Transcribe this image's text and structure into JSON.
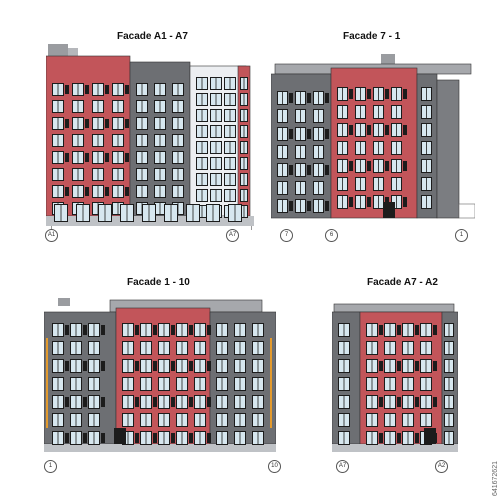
{
  "facades": [
    {
      "title": "Facade A1 - A7",
      "axes": [
        "A1",
        "A7"
      ]
    },
    {
      "title": "Facade 7 - 1",
      "axes": [
        "7",
        "6",
        "1"
      ]
    },
    {
      "title": "Facade 1 - 10",
      "axes": [
        "1",
        "10"
      ]
    },
    {
      "title": "Facade A7 - A2",
      "axes": [
        "A7",
        "A2"
      ]
    }
  ],
  "watermark": "641672621",
  "colors": {
    "red": "#c2555a",
    "gray": "#6d6f73",
    "light": "#eceef1",
    "window": "#d7e7ef",
    "frame": "#1c1c1c",
    "accent": "#e39a2d"
  }
}
